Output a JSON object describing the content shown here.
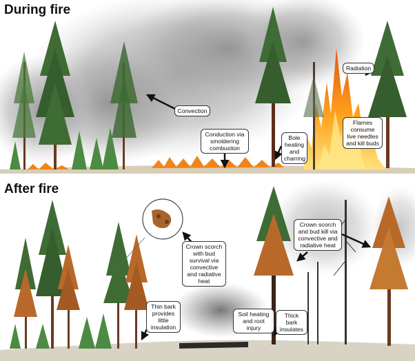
{
  "panels": {
    "during": {
      "title": "During fire",
      "labels": {
        "convection": "Convection",
        "radiation": "Radiation",
        "conduction": "Conduction via smoldering combustion",
        "bole": "Bole heating and charring",
        "flames": "Flames consume live needles and kill buds"
      }
    },
    "after": {
      "title": "After fire",
      "labels": {
        "crown_bud_survival": "Crown scorch with bud survival via convective and radiative heat",
        "crown_bud_kill": "Crown scorch and bud kill via convective and radiative heat",
        "thin_bark": "Thin bark provides little insulation",
        "soil": "Soil heating and root injury",
        "thick_bark": "Thick bark insulates"
      }
    }
  },
  "colors": {
    "foliage_green": "#3f6b34",
    "foliage_scorched": "#b8692a",
    "trunk": "#6b3a22",
    "smoke": "#9c9c9c",
    "flame_orange": "#f07a14",
    "flame_yellow": "#ffcf3a",
    "ground": "#cfc3ad"
  }
}
